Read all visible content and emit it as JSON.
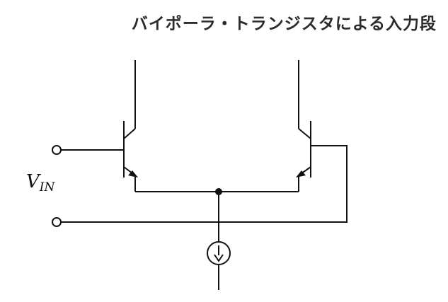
{
  "title": "バイポーラ・トランジスタによる入力段",
  "input_label": {
    "main": "V",
    "subscript": "IN"
  },
  "colors": {
    "wire": "#111111",
    "title": "#2b2b2b",
    "background": "#ffffff"
  }
}
